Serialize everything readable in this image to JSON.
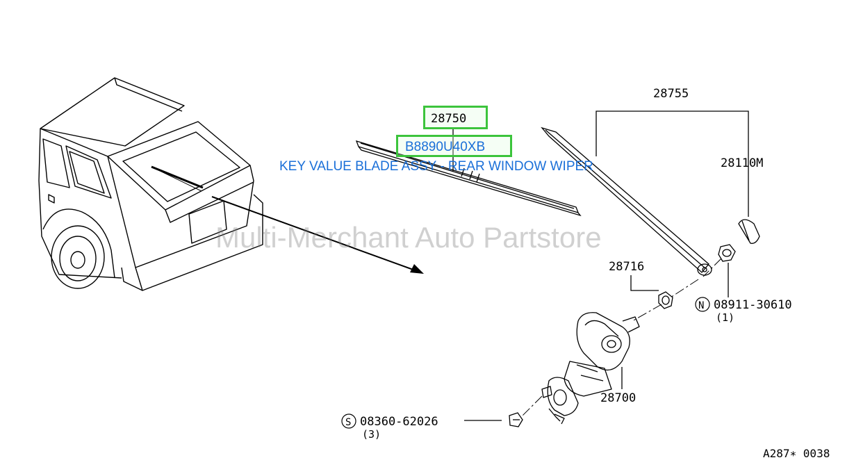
{
  "callouts": {
    "arm_assembly": "28755",
    "arm_cap": "28110M",
    "seal": "28716",
    "nut": "08911-30610",
    "nut_qty": "(1)",
    "nut_symbol": "N",
    "motor": "28700",
    "screw": "08360-62026",
    "screw_qty": "(3)",
    "screw_symbol": "S",
    "figure_ref": "A287∗ 0038"
  },
  "highlight": {
    "part_number": "28750",
    "oem_number": "B8890U40XB",
    "description": "KEY VALUE BLADE ASSY - REAR WINDOW WIPER",
    "box_color": "#3cc43c",
    "text_color": "#1a6fd8"
  },
  "watermark": "Multi-Merchant Auto Partstore"
}
